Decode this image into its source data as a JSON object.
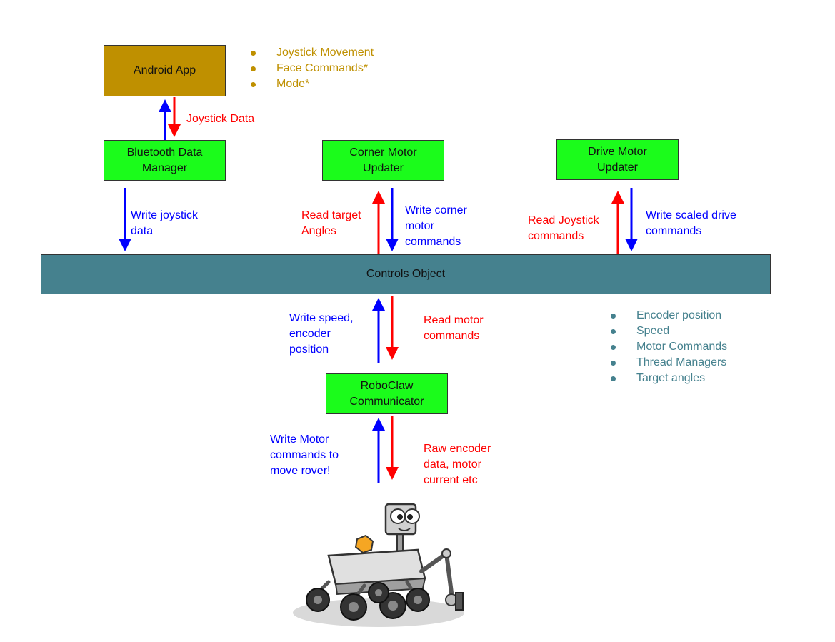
{
  "boxes": {
    "android": "Android App",
    "bluetooth": "Bluetooth Data\nManager",
    "corner": "Corner Motor\nUpdater",
    "drive": "Drive Motor\nUpdater",
    "controls": "Controls Object",
    "roboclaw": "RoboClaw\nCommunicator"
  },
  "labels": {
    "joystick_data": "Joystick Data",
    "write_joystick": "Write joystick\ndata",
    "read_target": "Read target\n Angles",
    "write_corner": "Write corner\nmotor\ncommands",
    "read_joystick": "Read Joystick\ncommands",
    "write_scaled": "Write scaled drive\ncommands",
    "write_speed": "Write speed,\nencoder\nposition",
    "read_motor": "Read motor\ncommands",
    "write_motor": "Write Motor\ncommands to\nmove rover!",
    "raw_encoder": "Raw encoder\ndata, motor\ncurrent etc"
  },
  "android_bullets": [
    "Joystick Movement",
    "Face Commands*",
    "Mode*"
  ],
  "controls_bullets": [
    "Encoder position",
    "Speed",
    "Motor Commands",
    "Thread Managers",
    "Target angles"
  ],
  "colors": {
    "box_green": "#1bfc1b",
    "android_gold": "#bf9000",
    "controls_teal": "#45818e",
    "arrow_blue": "#0000ff",
    "arrow_red": "#ff0000"
  },
  "icons": {
    "rover": "rover-illustration"
  }
}
